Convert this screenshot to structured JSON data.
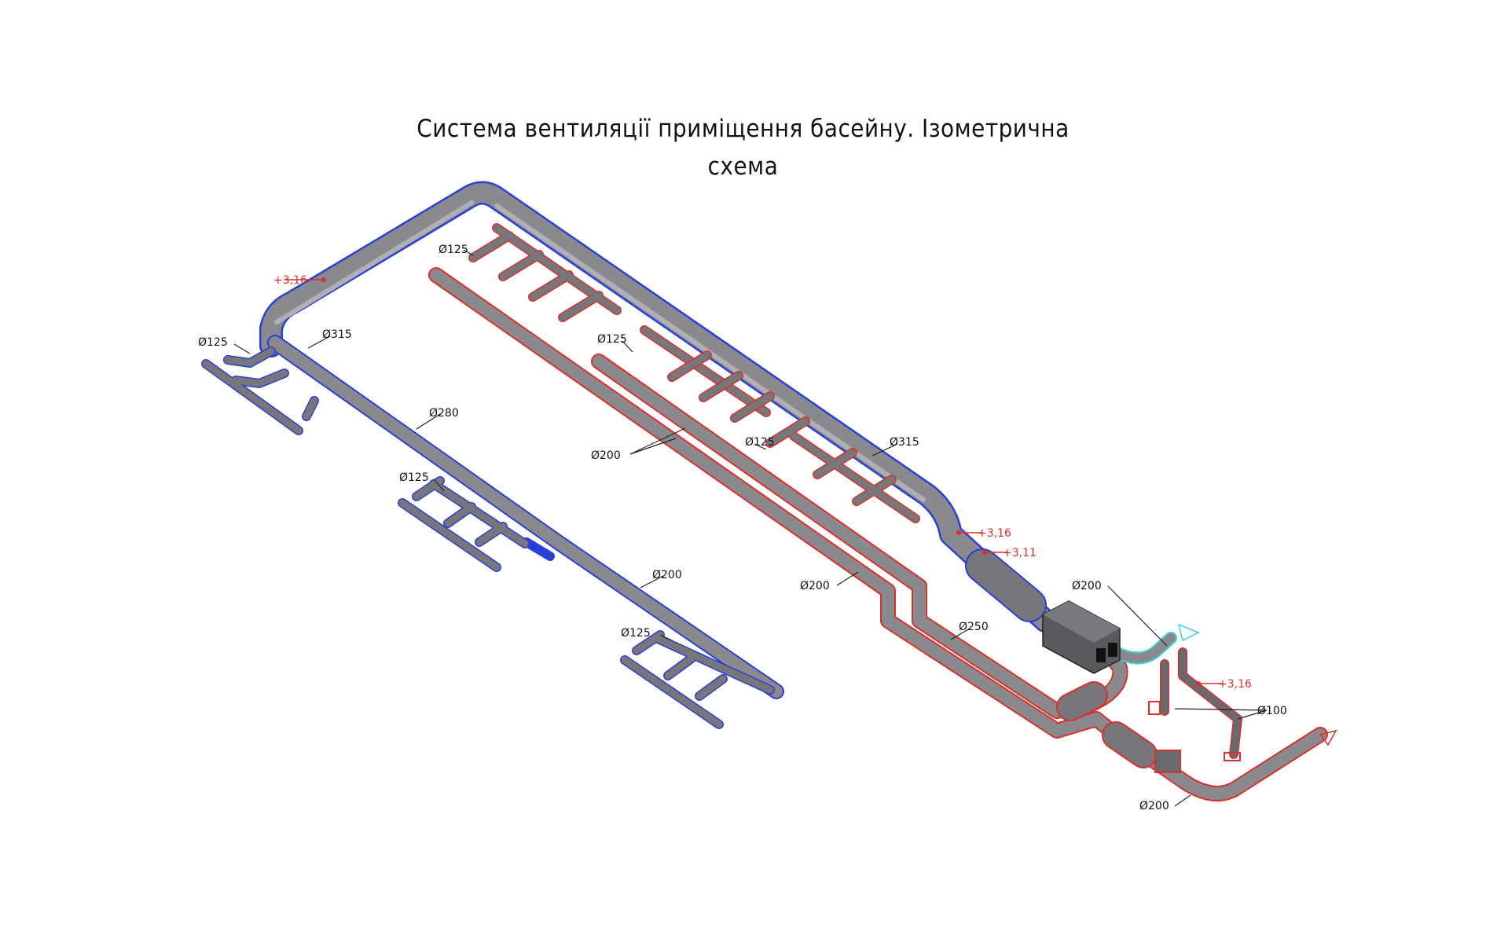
{
  "title": {
    "line1": "Система вентиляції приміщення басейну. Ізометрична",
    "line2": "схема"
  },
  "labels": {
    "d125_a": "Ø125",
    "d125_b": "Ø125",
    "d125_c": "Ø125",
    "d125_d": "Ø125",
    "d125_e": "Ø125",
    "d125_f": "Ø125",
    "d315_a": "Ø315",
    "d315_b": "Ø315",
    "d280": "Ø280",
    "d200_a": "Ø200",
    "d200_b": "Ø200",
    "d200_c": "Ø200",
    "d200_d": "Ø200",
    "d200_e": "Ø200",
    "d250": "Ø250",
    "d100": "Ø100"
  },
  "elevations": {
    "e1": "+3,16",
    "e2": "+3,16",
    "e3": "+3,11",
    "e4": "+3,16"
  },
  "colors": {
    "duct": "#8a8a8e",
    "exhaust_outline": "#2a3fd6",
    "supply_outline": "#d9302c",
    "outdoor_outline": "#3fd0d8",
    "elevation_text": "#d9302c"
  }
}
